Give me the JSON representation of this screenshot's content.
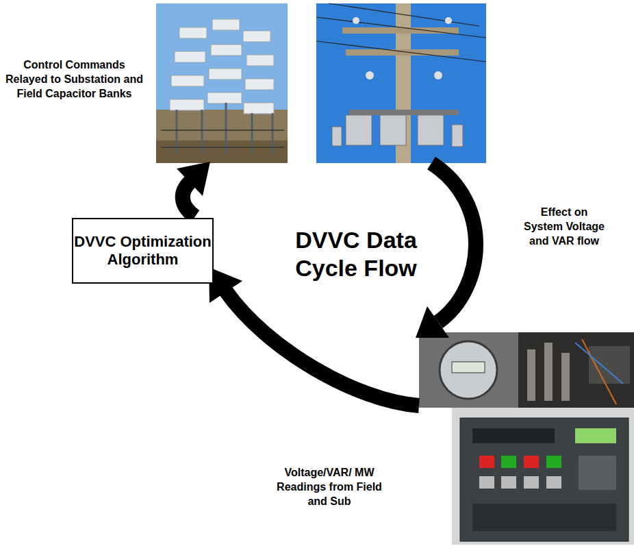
{
  "diagram": {
    "title": "DVVC Data Cycle Flow",
    "nodes": [
      {
        "text": [
          "DVVC Optimization Algorithm"
        ]
      }
    ],
    "labels": [
      "Control Commands Relayed to Substation and Field Capacitor Banks",
      "Effect on System Voltage and VAR flow",
      "Voltage/VAR/ MW Readings from Field and Sub"
    ]
  }
}
